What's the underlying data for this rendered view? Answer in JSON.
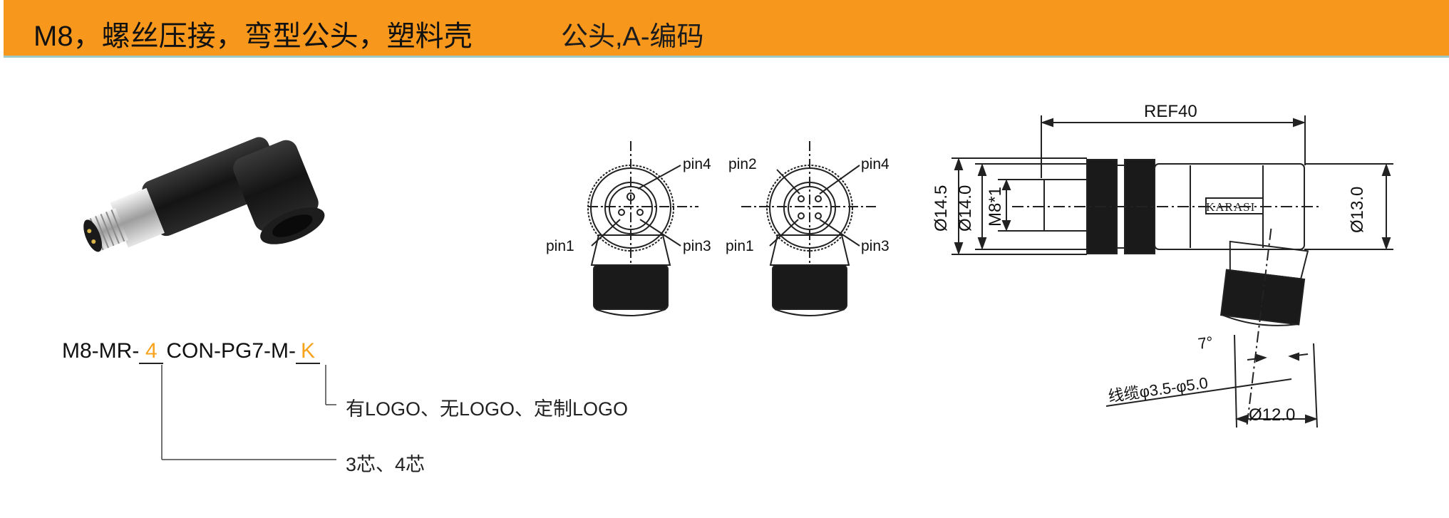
{
  "header": {
    "title": "M8，螺丝压接，弯型公头，塑料壳",
    "subtitle": "公头,A-编码",
    "bg_color": "#f7981d"
  },
  "part_code": {
    "prefix": "M8-MR-",
    "var1": "4",
    "middle": "CON-PG7-M-",
    "var2": "K",
    "var_color": "#f7a31c"
  },
  "notes": {
    "logo": "有LOGO、无LOGO、定制LOGO",
    "cores": "3芯、4芯"
  },
  "pin_views": {
    "left": {
      "top_right": "pin4",
      "bottom_left": "pin1",
      "bottom_right": "pin3"
    },
    "right": {
      "top_left": "pin2",
      "top_right": "pin4",
      "bottom_left": "pin1",
      "bottom_right": "pin3"
    }
  },
  "dimensions": {
    "ref_length": "REF40",
    "d_outer": "Ø14.5",
    "d_inner": "Ø14.0",
    "thread": "M8*1",
    "d_body": "Ø13.0",
    "angle": "7°",
    "cable": "线缆φ3.5-φ5.0",
    "d_nut": "Ø12.0",
    "brand": "KARASI"
  }
}
